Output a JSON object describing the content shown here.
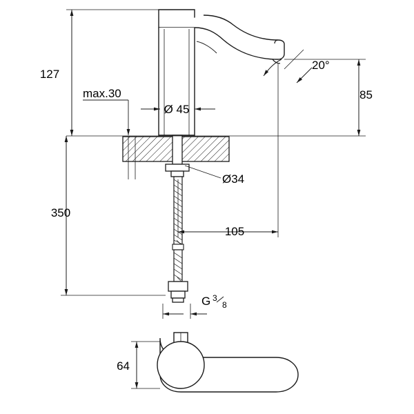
{
  "diagram": {
    "title": "Faucet technical dimension drawing",
    "units": "mm",
    "line_color": "#1a1a1a",
    "fill_color": "#ffffff",
    "hatch_color": "#1a1a1a",
    "dimensions": {
      "height_total": "127",
      "max_thickness": "max.30",
      "spout_diameter": "Ø 45",
      "thread_diameter": "Ø34",
      "spout_height": "85",
      "angle": "20°",
      "hose_length": "350",
      "spout_reach": "105",
      "connection_label_main": "G",
      "connection_label_num": "3",
      "connection_label_den": "8",
      "base_depth": "64"
    }
  }
}
